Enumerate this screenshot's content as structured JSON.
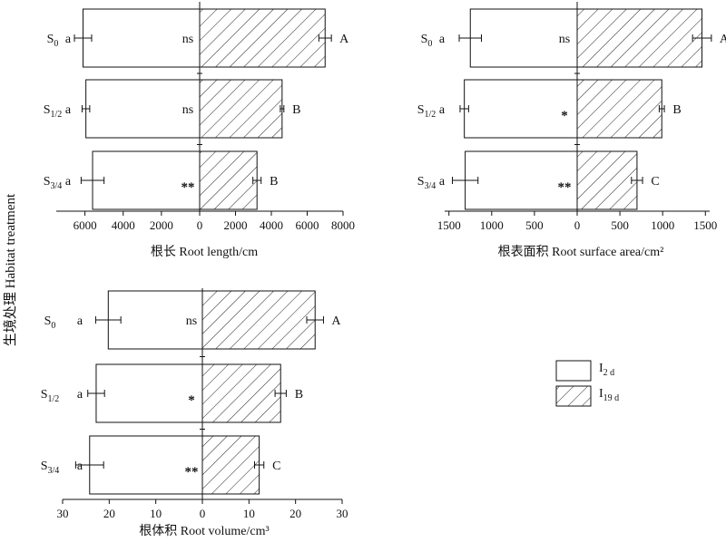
{
  "y_axis_title": "生境处理  Habitat treatment",
  "legend": {
    "items": [
      {
        "main": "I",
        "sub": "2 d",
        "pattern": "open"
      },
      {
        "main": "I",
        "sub": "19 d",
        "pattern": "hatched"
      }
    ]
  },
  "chart_data": [
    {
      "type": "bar",
      "orientation": "horizontal-back-to-back",
      "xlabel_html": "根长 Root length/cm",
      "xlim_left": [
        0,
        7500
      ],
      "xlim_right": [
        0,
        8000
      ],
      "ticks_left": [
        "6000",
        "4000",
        "2000"
      ],
      "ticks_left_values": [
        6000,
        4000,
        2000
      ],
      "ticks_center": "0",
      "ticks_right": [
        "2000",
        "4000",
        "6000",
        "8000"
      ],
      "ticks_right_values": [
        2000,
        4000,
        6000,
        8000
      ],
      "categories": [
        {
          "main": "S",
          "sub": "0"
        },
        {
          "main": "S",
          "sub": "1/2"
        },
        {
          "main": "S",
          "sub": "3/4"
        }
      ],
      "series": [
        {
          "name": "I2 d",
          "side": "left",
          "pattern": "open",
          "values": [
            6100,
            5950,
            5600
          ],
          "errors": [
            450,
            200,
            600
          ],
          "letters": [
            "a",
            "a",
            "a"
          ]
        },
        {
          "name": "I19 d",
          "side": "right",
          "pattern": "hatched",
          "values": [
            7000,
            4600,
            3200
          ],
          "errors": [
            350,
            100,
            230
          ],
          "letters": [
            "A",
            "B",
            "B"
          ]
        }
      ],
      "significance": [
        "ns",
        "ns",
        "**"
      ]
    },
    {
      "type": "bar",
      "orientation": "horizontal-back-to-back",
      "xlabel_html": "根表面积 Root surface area/cm²",
      "xlim_left": [
        0,
        1550
      ],
      "xlim_right": [
        0,
        1550
      ],
      "ticks_left": [
        "1500",
        "1000",
        "500"
      ],
      "ticks_left_values": [
        1500,
        1000,
        500
      ],
      "ticks_center": "0",
      "ticks_right": [
        "500",
        "1000",
        "1500"
      ],
      "ticks_right_values": [
        500,
        1000,
        1500
      ],
      "categories": [
        {
          "main": "S",
          "sub": "0"
        },
        {
          "main": "S",
          "sub": "1/2"
        },
        {
          "main": "S",
          "sub": "3/4"
        }
      ],
      "series": [
        {
          "name": "I2 d",
          "side": "left",
          "pattern": "open",
          "values": [
            1250,
            1320,
            1310
          ],
          "errors": [
            130,
            50,
            150
          ],
          "letters": [
            "a",
            "a",
            "a"
          ]
        },
        {
          "name": "I19 d",
          "side": "right",
          "pattern": "hatched",
          "values": [
            1460,
            990,
            700
          ],
          "errors": [
            110,
            30,
            65
          ],
          "letters": [
            "A",
            "B",
            "C"
          ]
        }
      ],
      "significance": [
        "ns",
        "*",
        "**"
      ]
    },
    {
      "type": "bar",
      "orientation": "horizontal-back-to-back",
      "xlabel_html": "根体积 Root volume/cm³",
      "xlim_left": [
        0,
        30
      ],
      "xlim_right": [
        0,
        30
      ],
      "ticks_left": [
        "30",
        "20",
        "10"
      ],
      "ticks_left_values": [
        30,
        20,
        10
      ],
      "ticks_center": "0",
      "ticks_right": [
        "10",
        "20",
        "30"
      ],
      "ticks_right_values": [
        10,
        20,
        30
      ],
      "categories": [
        {
          "main": "S",
          "sub": "0"
        },
        {
          "main": "S",
          "sub": "1/2"
        },
        {
          "main": "S",
          "sub": "3/4"
        }
      ],
      "series": [
        {
          "name": "I2 d",
          "side": "left",
          "pattern": "open",
          "values": [
            20.2,
            22.8,
            24.2
          ],
          "errors": [
            2.7,
            1.8,
            3.0
          ],
          "letters": [
            "a",
            "a",
            "a"
          ]
        },
        {
          "name": "I19 d",
          "side": "right",
          "pattern": "hatched",
          "values": [
            24.2,
            16.8,
            12.2
          ],
          "errors": [
            1.8,
            1.2,
            1.0
          ],
          "letters": [
            "A",
            "B",
            "C"
          ]
        }
      ],
      "significance": [
        "ns",
        "*",
        "**"
      ]
    }
  ]
}
